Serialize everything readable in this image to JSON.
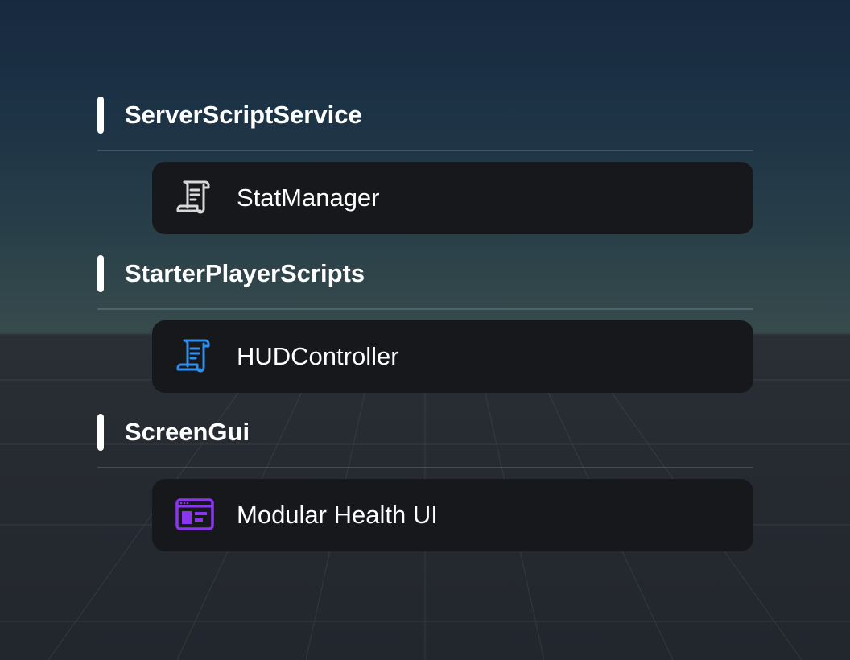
{
  "sections": [
    {
      "title": "ServerScriptService",
      "item": {
        "label": "StatManager",
        "icon": "script-icon",
        "icon_color": "#d9d9d9"
      }
    },
    {
      "title": "StarterPlayerScripts",
      "item": {
        "label": "HUDController",
        "icon": "local-script-icon",
        "icon_color": "#2f8fef"
      }
    },
    {
      "title": "ScreenGui",
      "item": {
        "label": "Modular Health UI",
        "icon": "gui-frame-icon",
        "icon_color": "#8a35f0"
      }
    }
  ],
  "colors": {
    "item_background": "#17181c",
    "text": "#ffffff"
  }
}
